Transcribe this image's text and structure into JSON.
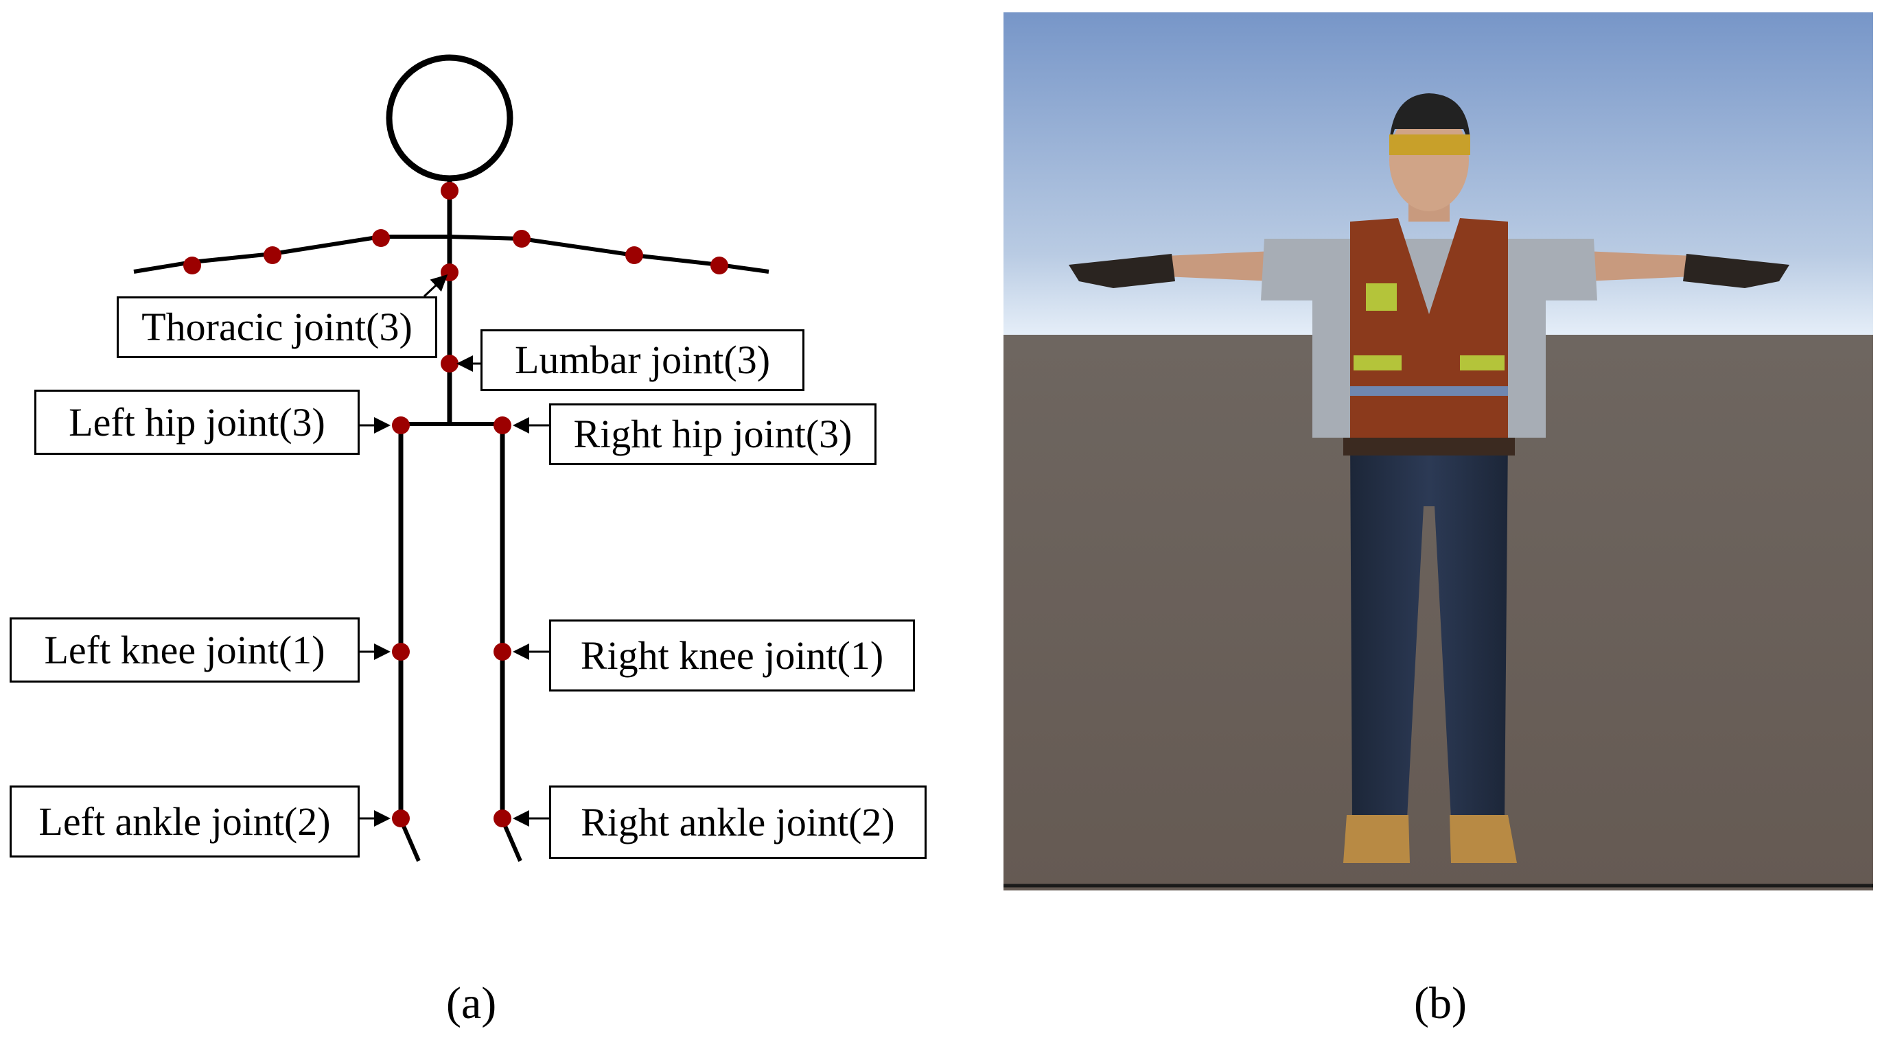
{
  "labels": {
    "thoracic": "Thoracic joint(3)",
    "lumbar": "Lumbar joint(3)",
    "left_hip": "Left hip joint(3)",
    "right_hip": "Right hip joint(3)",
    "left_knee": "Left knee joint(1)",
    "right_knee": "Right knee joint(1)",
    "left_ankle": "Left ankle joint(2)",
    "right_ankle": "Right ankle joint(2)"
  },
  "captions": {
    "a": "(a)",
    "b": "(b)"
  },
  "colors": {
    "joint": "#9c0000",
    "line": "#000000",
    "sky_top": "#7796c8",
    "sky_bottom": "#e5eef8",
    "ground": "#6b605a"
  }
}
